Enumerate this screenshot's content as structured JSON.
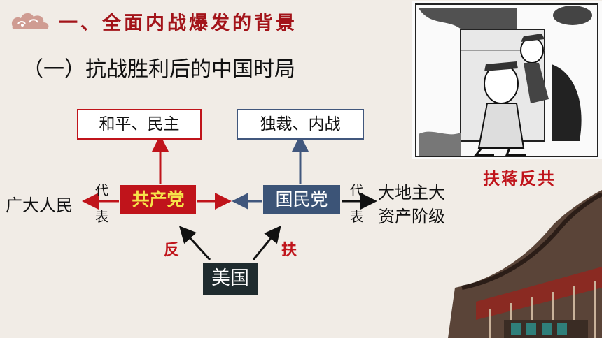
{
  "heading": {
    "text": "一、全面内战爆发的背景"
  },
  "subheading": {
    "text": "（一）抗战胜利后的中国时局"
  },
  "diagram": {
    "cpc_goal": "和平、民主",
    "kmt_goal": "独裁、内战",
    "cpc": "共产党",
    "kmt": "国民党",
    "usa": "美国",
    "people": "广大人民",
    "represent_left_1": "代",
    "represent_left_2": "表",
    "represent_right_1": "代",
    "represent_right_2": "表",
    "landlord_1": "大地主大",
    "landlord_2": "资产阶级",
    "oppose": "反",
    "support": "扶"
  },
  "cartoon": {
    "caption": "扶蒋反共"
  },
  "colors": {
    "accent_red": "#c0141b",
    "navy": "#3c5477",
    "heading_red": "#a3141a"
  }
}
